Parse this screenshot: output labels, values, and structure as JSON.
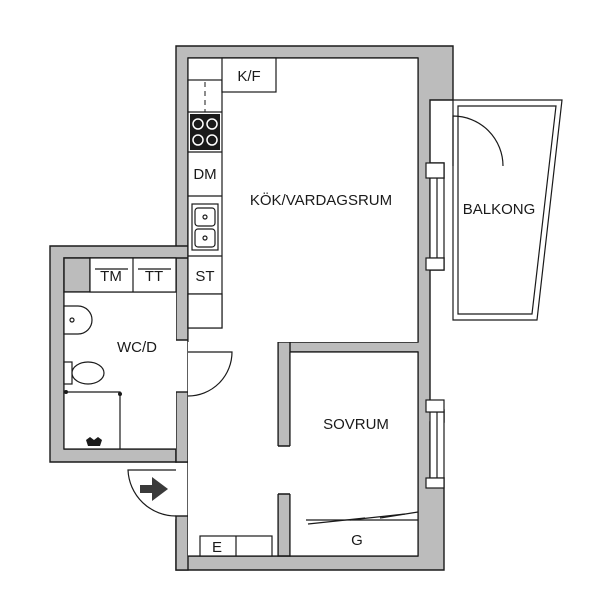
{
  "rooms": {
    "kitchen_living": "KÖK/VARDAGSRUM",
    "balcony": "BALKONG",
    "bathroom": "WC/D",
    "bedroom": "SOVRUM"
  },
  "fixtures": {
    "fridge_freezer": "K/F",
    "dishwasher": "DM",
    "tumble_dryer": "TM",
    "drying_cabinet": "TT",
    "storage": "ST",
    "wardrobe_hall": "G",
    "wardrobe_bedroom": "G",
    "electric_cabinet": "E"
  },
  "icons": [
    "stove-icon",
    "sink-icon",
    "washbasin-icon",
    "toilet-icon",
    "shower-icon",
    "entrance-arrow-icon"
  ],
  "colors": {
    "wall": "#bcbcbc",
    "line": "#1a1a1a",
    "background": "#ffffff"
  }
}
